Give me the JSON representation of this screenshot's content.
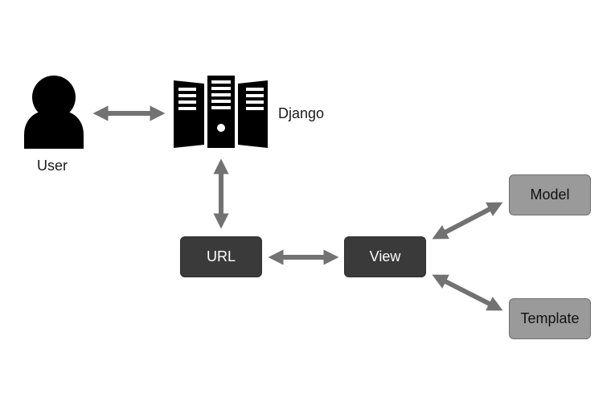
{
  "diagram": {
    "user_label": "User",
    "server_label": "Django",
    "nodes": {
      "url": "URL",
      "view": "View",
      "model": "Model",
      "template": "Template"
    }
  },
  "colors": {
    "arrow": "#727272",
    "dark_node": "#3a3a3a",
    "light_node": "#9a9a9a",
    "icon": "#000000"
  }
}
